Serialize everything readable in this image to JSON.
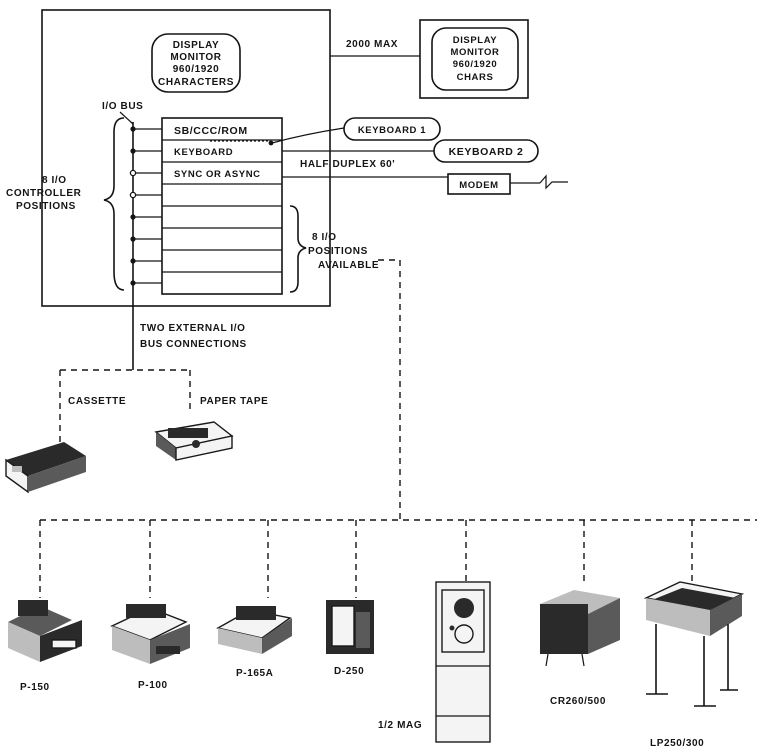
{
  "system": {
    "console_monitor": {
      "line1": "DISPLAY",
      "line2": "MONITOR",
      "line3": "960/1920",
      "line4": "CHARACTERS"
    },
    "io_bus_label": "I/O BUS",
    "controller_label": {
      "line1": "8 I/O",
      "line2": "CONTROLLER",
      "line3": "POSITIONS"
    },
    "slots": [
      "SB/CCC/ROM",
      "KEYBOARD",
      "SYNC OR ASYNC",
      "",
      "",
      "",
      "",
      ""
    ],
    "available_label": {
      "line1": "8 I/O",
      "line2": "POSITIONS",
      "line3": "AVAILABLE"
    },
    "external_label": {
      "line1": "TWO EXTERNAL I/O",
      "line2": "BUS CONNECTIONS"
    }
  },
  "remote_monitor": {
    "distance_label": "2000 MAX",
    "line1": "DISPLAY",
    "line2": "MONITOR",
    "line3": "960/1920",
    "line4": "CHARS"
  },
  "keyboard1": "KEYBOARD 1",
  "keyboard2": "KEYBOARD 2",
  "half_duplex": "HALF DUPLEX 60'",
  "modem": "MODEM",
  "peripherals": {
    "cassette": "CASSETTE",
    "paper_tape": "PAPER TAPE",
    "p150": "P-150",
    "p100": "P-100",
    "p165a": "P-165A",
    "d250": "D-250",
    "mag_tape": "1/2 MAG",
    "cr": "CR260/500",
    "lp": "LP250/300"
  }
}
